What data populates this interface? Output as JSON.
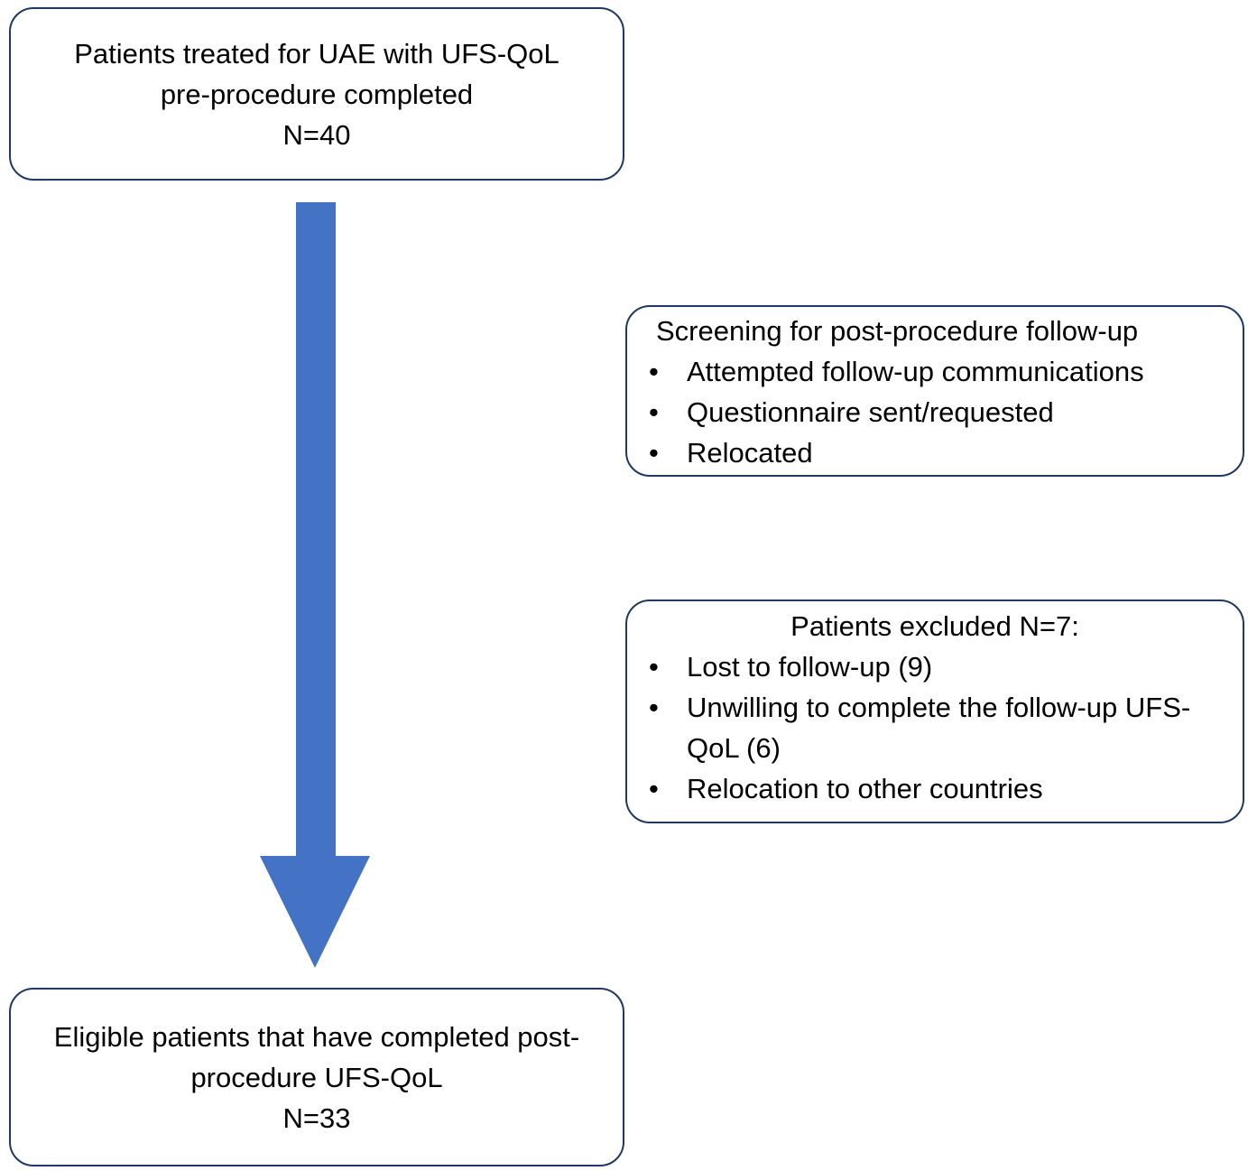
{
  "figure": {
    "colors": {
      "box_border": "#1F3864",
      "arrow_fill": "#4472C4",
      "text": "#000000",
      "background": "#FFFFFF"
    },
    "top_box": {
      "lines": [
        "Patients treated for UAE with UFS-QoL",
        "pre-procedure completed",
        "N=40"
      ]
    },
    "screening_box": {
      "title": "Screening for post-procedure follow-up",
      "bullets": [
        "Attempted follow-up communications",
        "Questionnaire sent/requested",
        "Relocated"
      ]
    },
    "excluded_box": {
      "title": "Patients excluded N=7:",
      "bullets": [
        "Lost to follow-up (9)",
        "Unwilling to complete the follow-up UFS-QoL (6)",
        "Relocation to other countries"
      ]
    },
    "bottom_box": {
      "lines": [
        "Eligible patients that have completed post-",
        "procedure UFS-QoL",
        "N=33"
      ]
    },
    "arrow": {
      "icon": "down-arrow"
    }
  }
}
